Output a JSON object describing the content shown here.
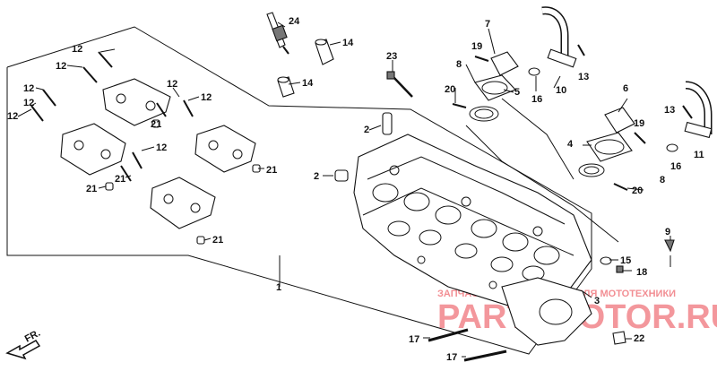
{
  "callouts": {
    "c24": "24",
    "c14a": "14",
    "c14b": "14",
    "c23": "23",
    "c7": "7",
    "c19a": "19",
    "c8a": "8",
    "c5": "5",
    "c20a": "20",
    "c16a": "16",
    "c10": "10",
    "c13a": "13",
    "c6": "6",
    "c19b": "19",
    "c13b": "13",
    "c4": "4",
    "c11": "11",
    "c16b": "16",
    "c20b": "20",
    "c8b": "8",
    "c2a": "2",
    "c2b": "2",
    "c9": "9",
    "c15": "15",
    "c18": "18",
    "c3": "3",
    "c1": "1",
    "c17a": "17",
    "c17b": "17",
    "c22": "22",
    "c12a": "12",
    "c12b": "12",
    "c12c": "12",
    "c12d": "12",
    "c12e": "12",
    "c12f": "12",
    "c12g": "12",
    "c12h": "12",
    "c21a": "21",
    "c21b": "21",
    "c21c": "21",
    "c21d": "21",
    "c21e": "21"
  },
  "direction_marker": "FR.",
  "watermark": {
    "tagline": "ЗАПЧАСТИ И АКСЕССУАРЫ ДЛЯ МОТОТЕХНИКИ",
    "brand": "PARTSMOTOR.RU",
    "color": "#e8323c"
  }
}
